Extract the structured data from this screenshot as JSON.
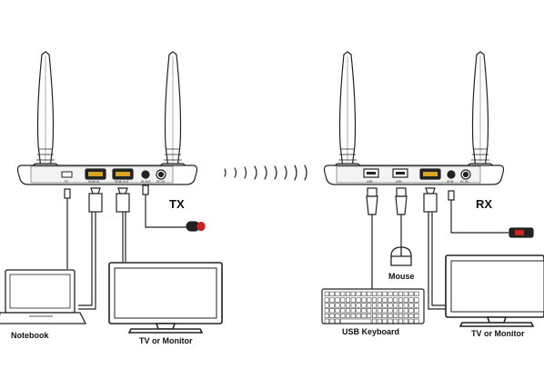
{
  "transmitter": {
    "label": "TX",
    "ports": [
      "PC",
      "HDMI IN",
      "HDMI OUT",
      "IR OUT",
      "DC 5V"
    ]
  },
  "receiver": {
    "label": "RX",
    "ports": [
      "USB",
      "USB",
      "",
      "IR IN",
      "DC 5V"
    ]
  },
  "devices": {
    "notebook": "Notebook",
    "tv_tx": "TV or Monitor",
    "mouse": "Mouse",
    "keyboard": "USB Keyboard",
    "tv_rx": "TV or Monitor"
  },
  "colors": {
    "line": "#222222",
    "hdmi_port": "#d9a520",
    "ir_red": "#cc2222"
  }
}
